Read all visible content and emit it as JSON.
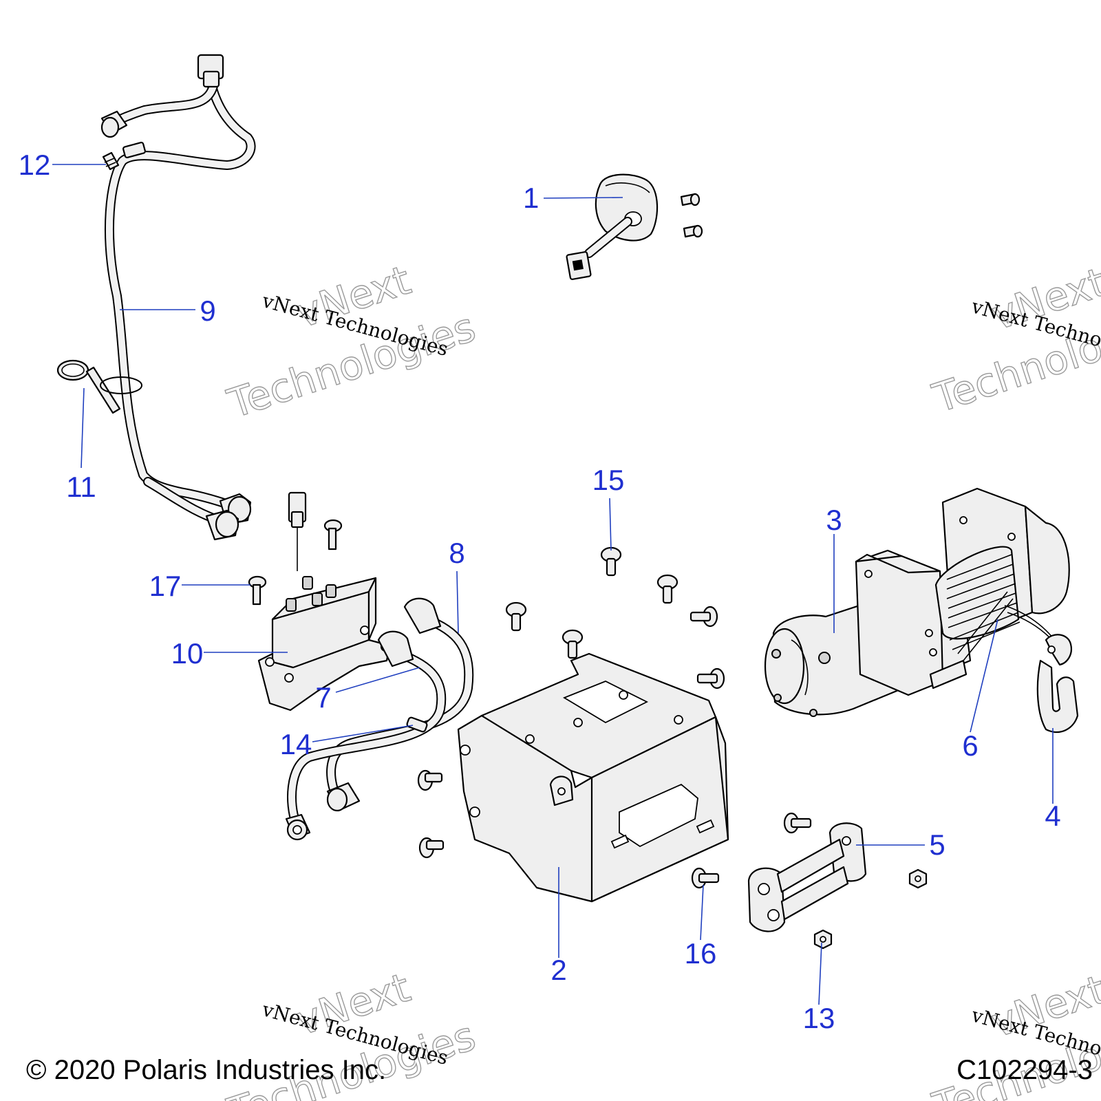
{
  "callouts": [
    "1",
    "2",
    "3",
    "4",
    "5",
    "6",
    "7",
    "8",
    "9",
    "10",
    "11",
    "12",
    "13",
    "14",
    "15",
    "16",
    "17"
  ],
  "watermark": {
    "line1": "vNext Technologies",
    "line2": "vNext",
    "line3": "Technologies",
    "line4": "vNext Techno",
    "line5": "vNext",
    "line6": "Technolo"
  },
  "footer": {
    "copyright": "© 2020 Polaris Industries Inc.",
    "drawing_number": "C102294-3"
  },
  "colors": {
    "callout": "#1f2fd0",
    "line_art": "#000000",
    "part_fill": "#efefef"
  }
}
